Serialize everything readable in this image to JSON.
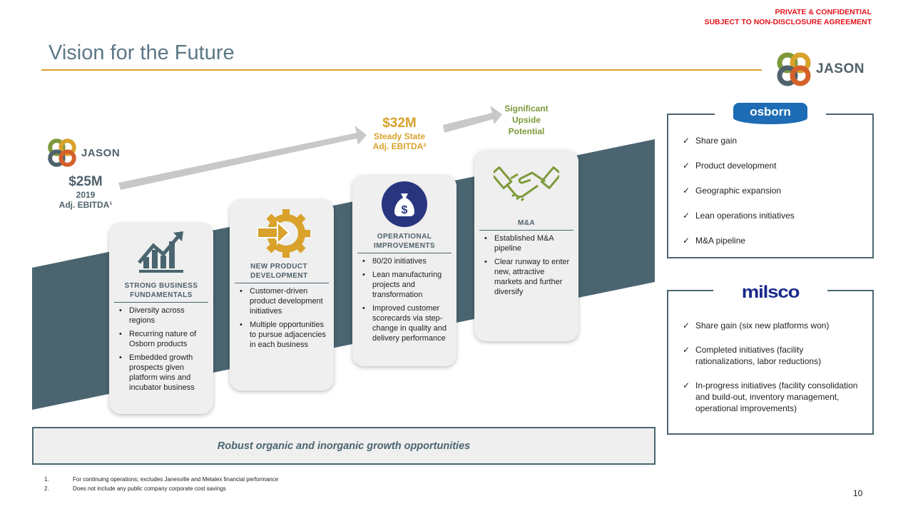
{
  "header": {
    "confidential_line1": "PRIVATE & CONFIDENTIAL",
    "confidential_line2": "SUBJECT TO NON-DISCLOSURE AGREEMENT",
    "title": "Vision for the Future",
    "logo_text": "JASON"
  },
  "growth": {
    "start": {
      "logo_text": "JASON",
      "value": "$25M",
      "year": "2019",
      "label": "Adj. EBITDA¹"
    },
    "target": {
      "value": "$32M",
      "line1": "Steady State",
      "line2": "Adj. EBITDA²"
    },
    "upside": {
      "line1": "Significant",
      "line2": "Upside",
      "line3": "Potential"
    }
  },
  "cards": [
    {
      "icon": "growth-chart-icon",
      "title_l1": "STRONG BUSINESS",
      "title_l2": "FUNDAMENTALS",
      "bullets": [
        "Diversity across regions",
        "Recurring nature of Osborn products",
        "Embedded growth prospects given platform wins and incubator business"
      ]
    },
    {
      "icon": "gear-arrow-icon",
      "title_l1": "NEW PRODUCT",
      "title_l2": "DEVELOPMENT",
      "bullets": [
        "Customer-driven product development initiatives",
        "Multiple opportunities to pursue adjacencies in each business"
      ]
    },
    {
      "icon": "money-bag-icon",
      "title_l1": "OPERATIONAL",
      "title_l2": "IMPROVEMENTS",
      "bullets": [
        "80/20 initiatives",
        "Lean manufacturing projects and transformation",
        "Improved customer scorecards via step-change in quality and delivery performance"
      ]
    },
    {
      "icon": "handshake-icon",
      "title_l1": "M&A",
      "title_l2": "",
      "bullets": [
        "Established M&A pipeline",
        "Clear runway to enter new, attractive markets and further diversify"
      ]
    }
  ],
  "banner": "Robust organic and inorganic growth opportunities",
  "osborn": {
    "logo_text": "osborn",
    "items": [
      "Share gain",
      "Product development",
      "Geographic expansion",
      "Lean operations initiatives",
      "M&A pipeline"
    ]
  },
  "milsco": {
    "logo_text": "milsco",
    "items": [
      "Share gain (six new platforms won)",
      "Completed initiatives (facility rationalizations, labor reductions)",
      "In-progress initiatives (facility consolidation and build-out, inventory management, operational improvements)"
    ]
  },
  "footnotes": [
    {
      "n": "1.",
      "text": "For continuing operations; excludes Janesville and Metalex financial performance"
    },
    {
      "n": "2.",
      "text": "Does not include any public company corporate cost savings"
    }
  ],
  "page_number": "10",
  "colors": {
    "slate": "#4a6570",
    "gold": "#d9a22b",
    "green": "#7d9a3a",
    "red": "#e3131b",
    "navy": "#2a3580"
  }
}
